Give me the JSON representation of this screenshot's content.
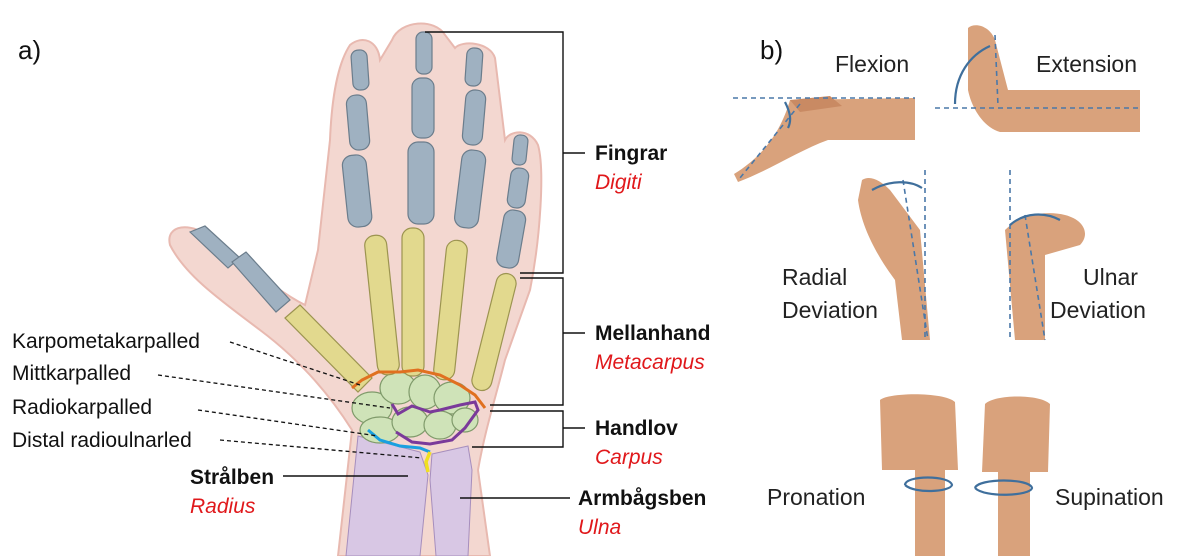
{
  "panel_a": {
    "letter": "a)",
    "brackets": {
      "fingers": {
        "name": "Fingrar",
        "latin": "Digiti"
      },
      "metacarpus": {
        "name": "Mellanhand",
        "latin": "Metacarpus"
      },
      "carpus": {
        "name": "Handlov",
        "latin": "Carpus"
      }
    },
    "joints": [
      "Karpometakarpalled",
      "Mittkarpalled",
      "Radiokarpalled",
      "Distal radioulnarled"
    ],
    "radius": {
      "name": "Strålben",
      "latin": "Radius"
    },
    "ulna": {
      "name": "Armbågsben",
      "latin": "Ulna"
    }
  },
  "panel_b": {
    "letter": "b)",
    "motions": {
      "flexion": "Flexion",
      "extension": "Extension",
      "radial_1": "Radial",
      "radial_2": "Deviation",
      "ulnar_1": "Ulnar",
      "ulnar_2": "Deviation",
      "pronation": "Pronation",
      "supination": "Supination"
    }
  },
  "colors": {
    "latin_text": "#e0181b",
    "phalanges": "#9fb1c1",
    "metacarpals": "#e2d98e",
    "carpals": "#cfe3b8",
    "forearm_bones": "#d8c7e4",
    "carpometacarpal_joint": "#e07020",
    "midcarpal_joint": "#7a3a9a",
    "radiocarpal_joint": "#1aa0e0",
    "distal_radioulnar_joint": "#f0e020",
    "skin": "#d9a27c"
  }
}
